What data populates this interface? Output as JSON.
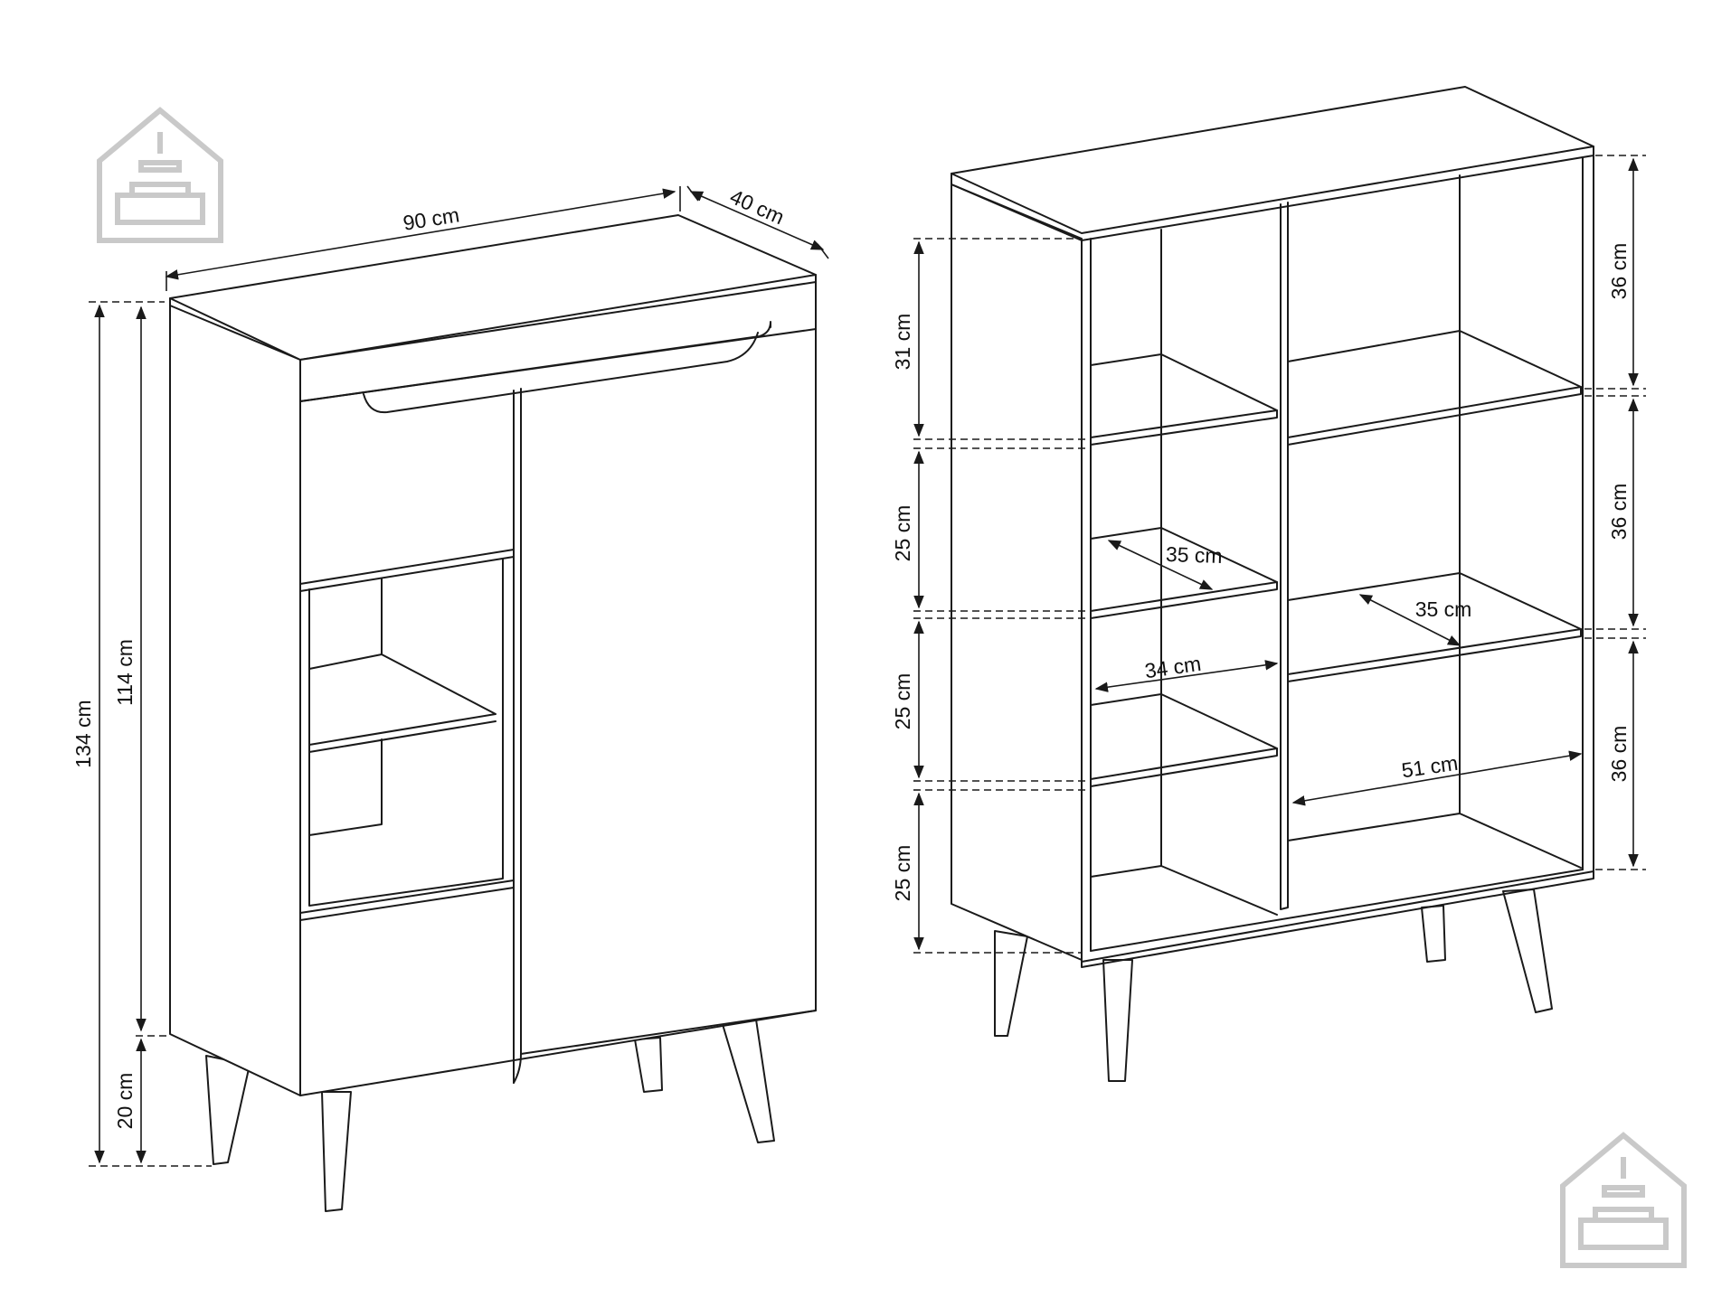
{
  "diagram": {
    "left_view": {
      "width": "90 cm",
      "depth": "40 cm",
      "total_height": "134 cm",
      "body_height": "114 cm",
      "leg_height": "20 cm"
    },
    "right_view": {
      "left_column_heights": [
        "31 cm",
        "25 cm",
        "25 cm",
        "25 cm"
      ],
      "right_column_heights": [
        "36 cm",
        "36 cm",
        "36 cm"
      ],
      "left_shelf_depth": "35 cm",
      "right_shelf_depth": "35 cm",
      "left_shelf_width": "34 cm",
      "right_shelf_width": "51 cm"
    }
  },
  "icons": [
    "home-sofa-logo-icon",
    "home-sofa-logo-icon"
  ],
  "colors": {
    "line": "#1a1a1a",
    "logo": "#c9c9c9"
  }
}
